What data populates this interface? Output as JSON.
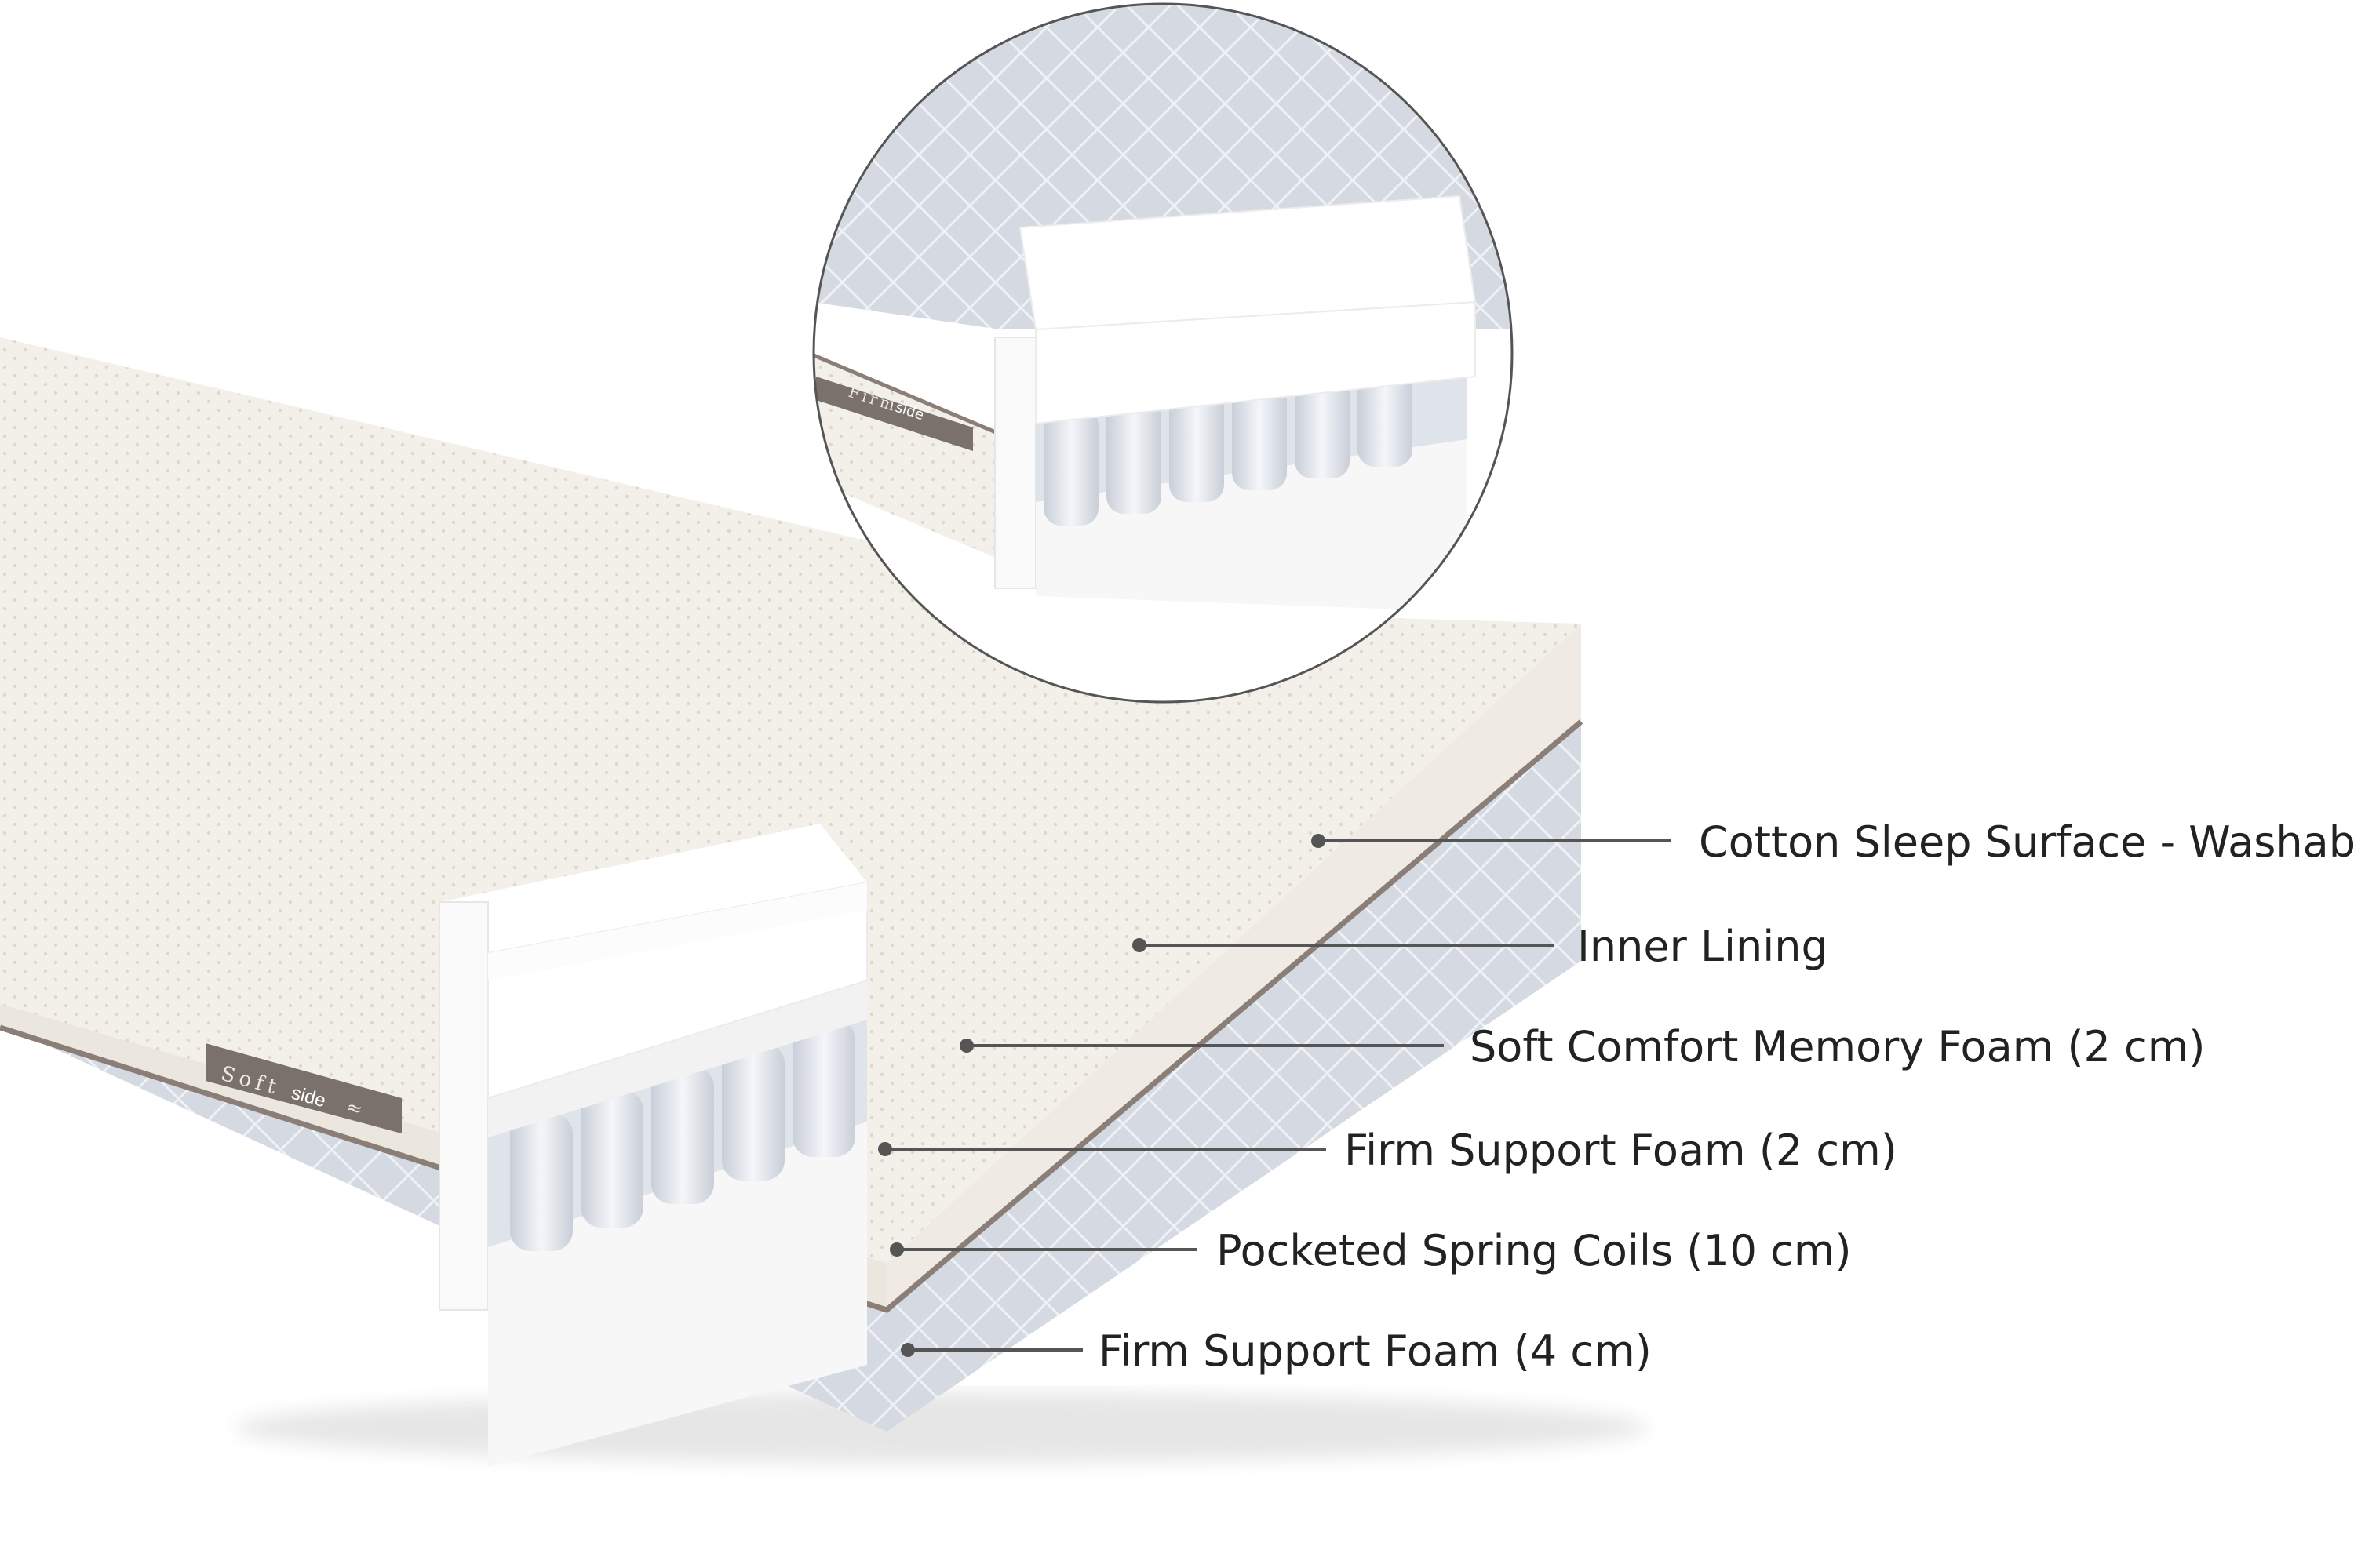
{
  "colors": {
    "cover": "#f3f0ea",
    "cover_dots": "#ddd7cc",
    "quilt": "#d4d9e2",
    "quilt_line": "#eef1f6",
    "piping": "#8a7e76",
    "tag": "#7b716b",
    "foam": "#fbfbfb",
    "spring": "#e9ecf1",
    "line": "#555555",
    "label": "#222222"
  },
  "main_tag": {
    "word1": "Soft",
    "word2": "side"
  },
  "zoom_tag": {
    "word1": "Firm",
    "word2": "side"
  },
  "labels": {
    "sleep_surface": "Cotton Sleep Surface - Washable",
    "inner_lining": "Inner Lining",
    "memory_foam": "Soft Comfort Memory Foam (2 cm)",
    "firm_foam_top": "Firm Support Foam (2 cm)",
    "spring_coils": "Pocketed Spring Coils (10 cm)",
    "firm_foam_bottom": "Firm Support Foam (4 cm)"
  }
}
